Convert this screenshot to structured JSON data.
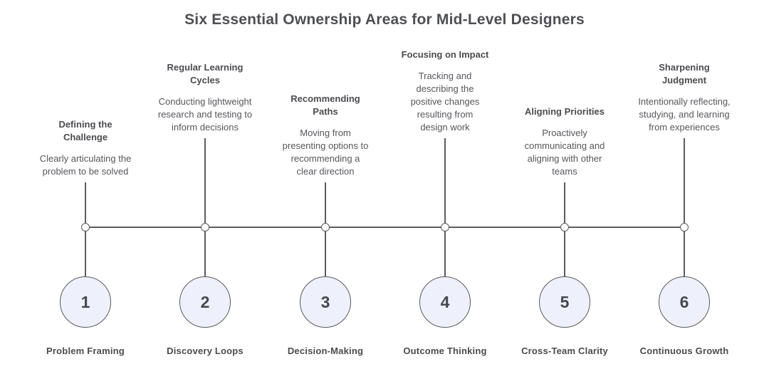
{
  "title": "Six Essential Ownership Areas for Mid-Level Designers",
  "colors": {
    "background": "#ffffff",
    "text_primary": "#4b4c50",
    "text_secondary": "#56575c",
    "line": "#5b5c60",
    "circle_fill": "#eef1fc",
    "circle_border": "#595a5e"
  },
  "items": [
    {
      "number": "1",
      "heading": "Defining the Challenge",
      "description": "Clearly articulating the problem to be solved",
      "label": "Problem Framing"
    },
    {
      "number": "2",
      "heading": "Regular Learning Cycles",
      "description": "Conducting lightweight research and testing to inform decisions",
      "label": "Discovery Loops"
    },
    {
      "number": "3",
      "heading": "Recommending Paths",
      "description": "Moving from presenting options to recommending a clear direction",
      "label": "Decision-Making"
    },
    {
      "number": "4",
      "heading": "Focusing on Impact",
      "description": "Tracking and describing the positive changes resulting from design work",
      "label": "Outcome Thinking"
    },
    {
      "number": "5",
      "heading": "Aligning Priorities",
      "description": "Proactively communicating and aligning with other teams",
      "label": "Cross-Team Clarity"
    },
    {
      "number": "6",
      "heading": "Sharpening Judgment",
      "description": "Intentionally reflecting, studying, and learning from experiences",
      "label": "Continuous Growth"
    }
  ]
}
